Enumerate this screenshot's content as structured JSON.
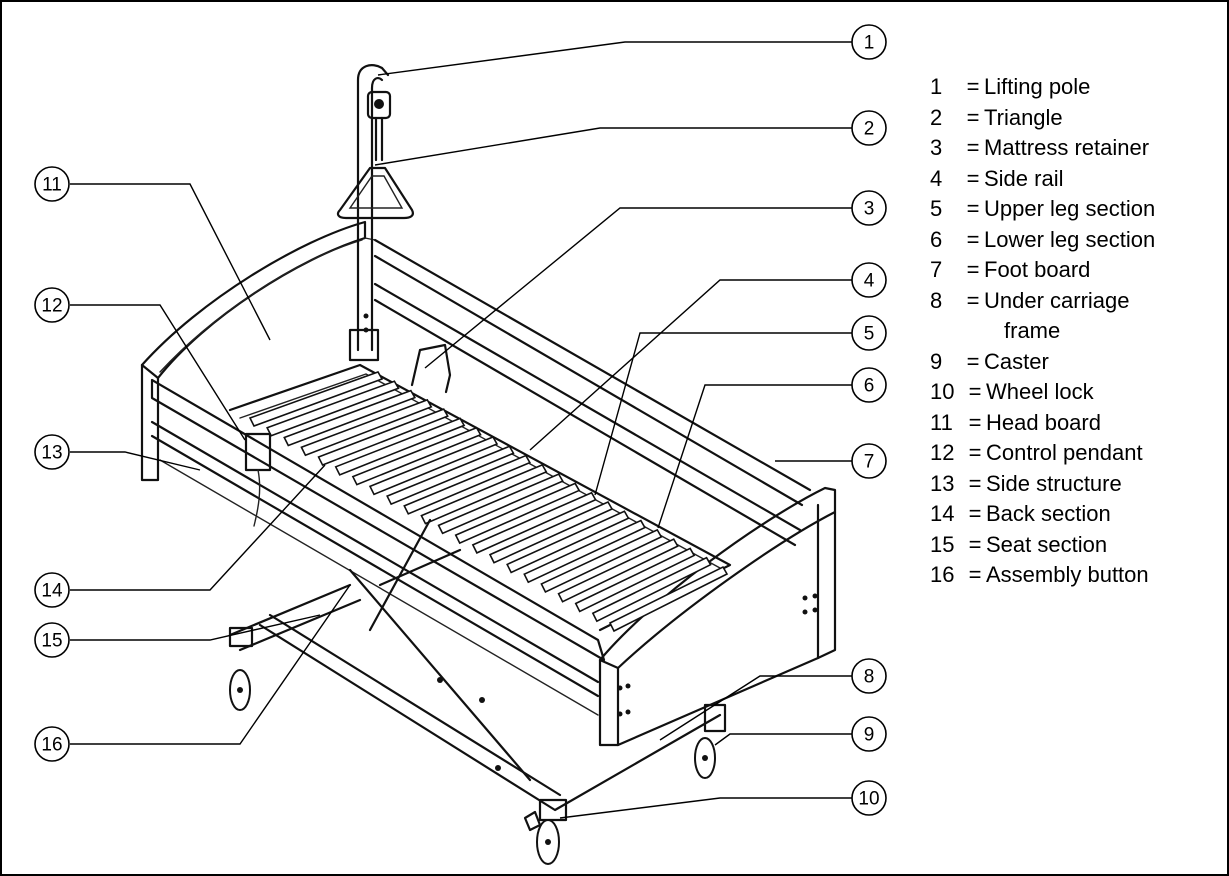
{
  "diagram": {
    "callouts": [
      "1",
      "2",
      "3",
      "4",
      "5",
      "6",
      "7",
      "8",
      "9",
      "10",
      "11",
      "12",
      "13",
      "14",
      "15",
      "16"
    ],
    "legend": [
      {
        "num": "1",
        "eq": "=",
        "label": "Lifting pole"
      },
      {
        "num": "2",
        "eq": "=",
        "label": "Triangle"
      },
      {
        "num": "3",
        "eq": "=",
        "label": "Mattress retainer"
      },
      {
        "num": "4",
        "eq": "=",
        "label": "Side rail"
      },
      {
        "num": "5",
        "eq": "=",
        "label": "Upper leg section"
      },
      {
        "num": "6",
        "eq": "=",
        "label": "Lower leg section"
      },
      {
        "num": "7",
        "eq": "=",
        "label": "Foot board"
      },
      {
        "num": "8",
        "eq": "=",
        "label": "Under carriage",
        "label2": "frame"
      },
      {
        "num": "9",
        "eq": "=",
        "label": "Caster"
      },
      {
        "num": "10",
        "eq": "=",
        "label": "Wheel lock"
      },
      {
        "num": "11",
        "eq": "=",
        "label": "Head board"
      },
      {
        "num": "12",
        "eq": "=",
        "label": "Control pendant"
      },
      {
        "num": "13",
        "eq": "=",
        "label": "Side structure"
      },
      {
        "num": "14",
        "eq": "=",
        "label": "Back section"
      },
      {
        "num": "15",
        "eq": "=",
        "label": "Seat section"
      },
      {
        "num": "16",
        "eq": "=",
        "label": "Assembly button"
      }
    ]
  }
}
